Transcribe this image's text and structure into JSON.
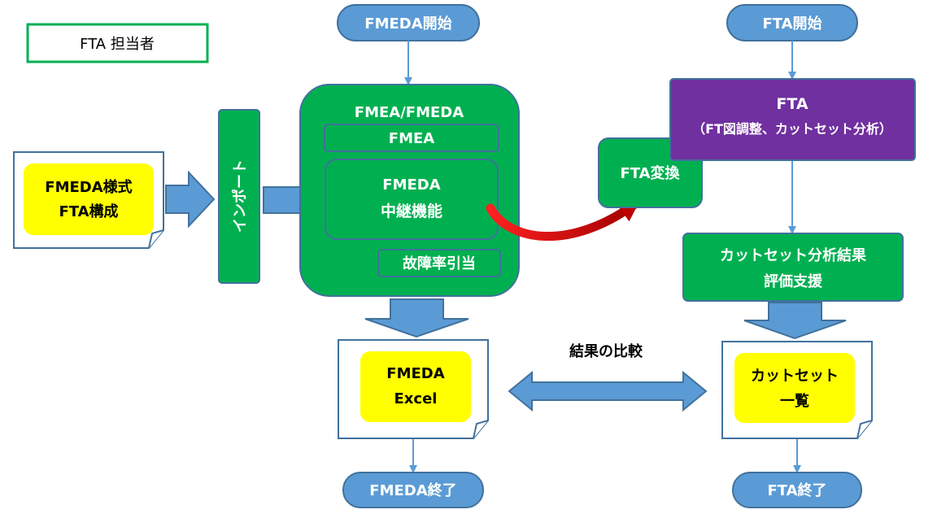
{
  "legend": {
    "label": "FTA 担当者"
  },
  "terminals": {
    "fmeda_start": "FMEDA開始",
    "fta_start": "FTA開始",
    "fmeda_end": "FMEDA終了",
    "fta_end": "FTA終了"
  },
  "input_doc": {
    "line1": "FMEDA様式",
    "line2": "FTA構成"
  },
  "import_box": {
    "label": "インポート"
  },
  "fmeda_container": {
    "title": "FMEA/FMEDA",
    "fmea": "FMEA",
    "relay_line1": "FMEDA",
    "relay_line2": "中継機能",
    "failure_rate": "故障率引当"
  },
  "fta_convert": {
    "label": "FTA変換"
  },
  "fta_box": {
    "title": "FTA",
    "subtitle": "（FT図調整、カットセット分析）"
  },
  "cutset_eval": {
    "line1": "カットセット分析結果",
    "line2": "評価支援"
  },
  "fmeda_output": {
    "line1": "FMEDA",
    "line2": "Excel"
  },
  "cutset_output": {
    "line1": "カットセット",
    "line2": "一覧"
  },
  "compare": {
    "label": "結果の比較"
  },
  "colors": {
    "green": "#00b050",
    "purple": "#7030a0",
    "blue_pill": "#5b9bd5",
    "border_blue": "#41719c",
    "yellow": "#ffff00",
    "red_arrow": "#c00000"
  }
}
